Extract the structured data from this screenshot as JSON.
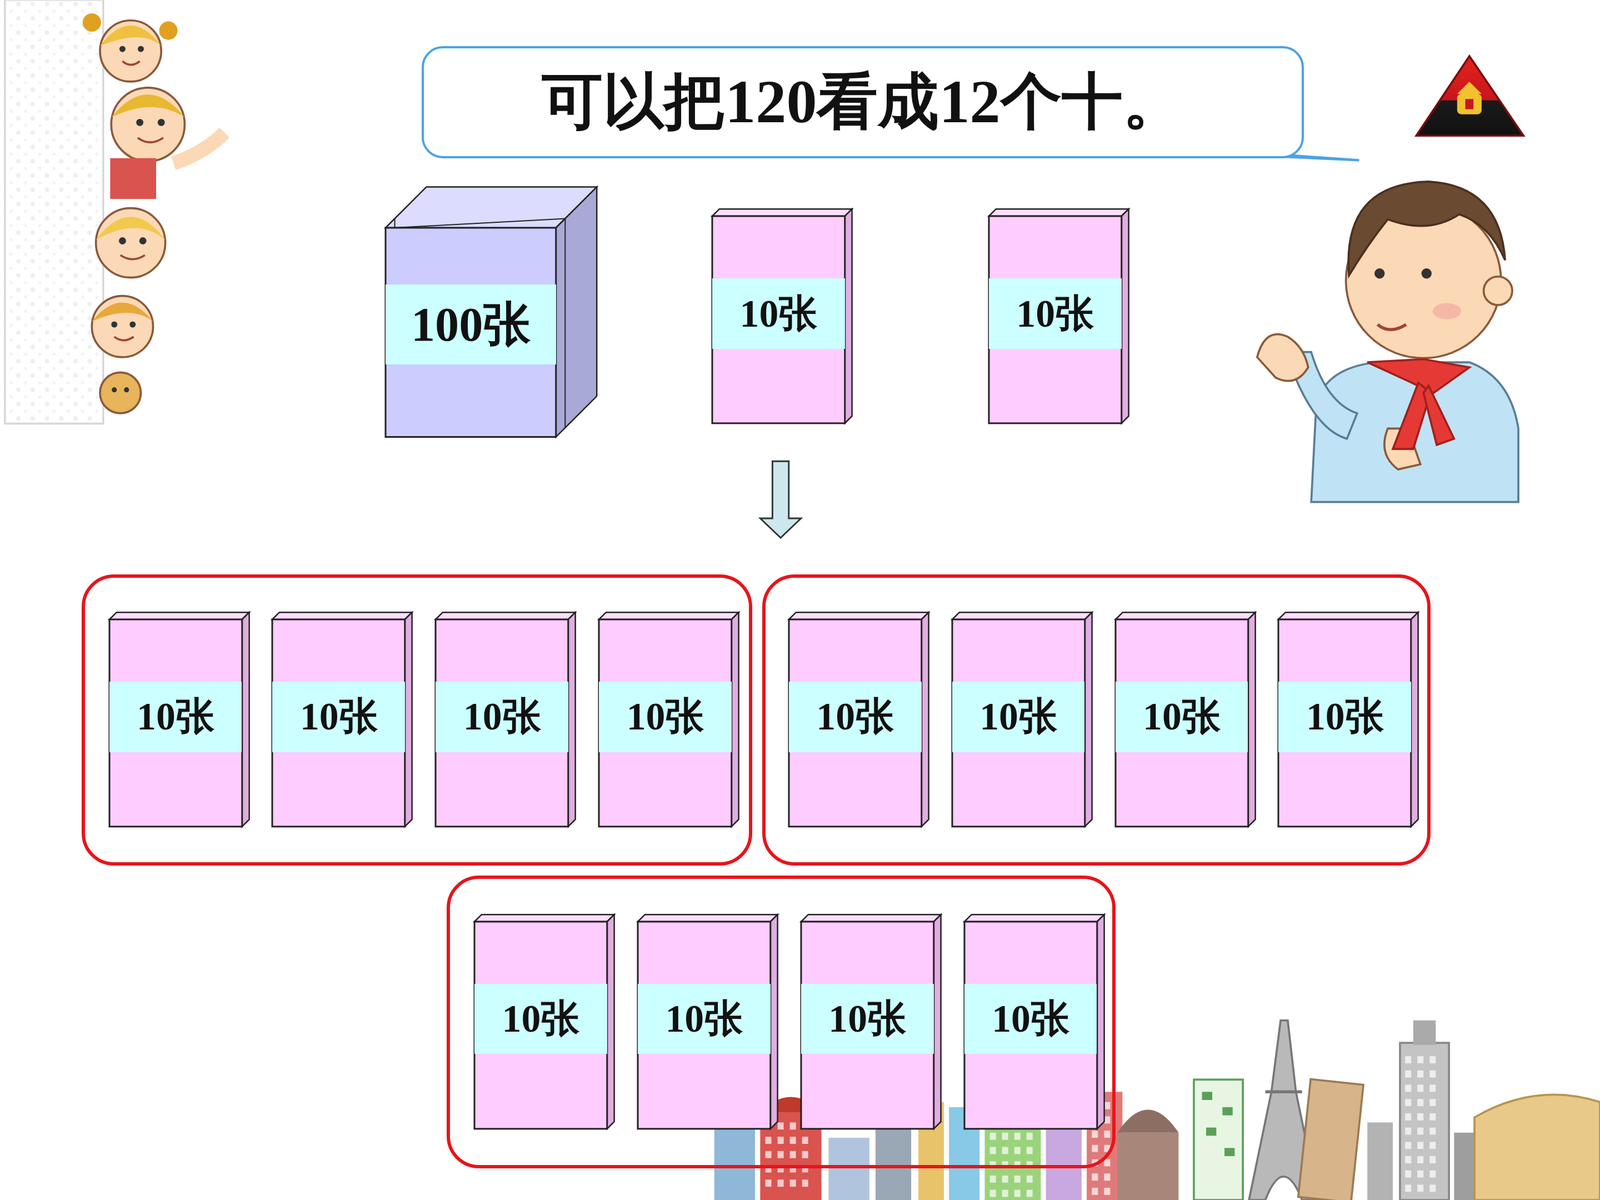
{
  "diagram": {
    "nodes": [
      {
        "text": [
          "可以把120看成12个十。"
        ]
      },
      {
        "text": [
          "100张"
        ]
      },
      {
        "text": [
          "10张"
        ]
      },
      {
        "text": [
          "10张"
        ]
      },
      {
        "text": []
      },
      {
        "text": [
          "10张"
        ],
        "in": 4
      },
      {
        "text": [
          "10张"
        ],
        "in": 4
      },
      {
        "text": [
          "10张"
        ],
        "in": 4
      },
      {
        "text": [
          "10张"
        ],
        "in": 4
      },
      {
        "text": []
      },
      {
        "text": [
          "10张"
        ],
        "in": 9
      },
      {
        "text": [
          "10张"
        ],
        "in": 9
      },
      {
        "text": [
          "10张"
        ],
        "in": 9
      },
      {
        "text": [
          "10张"
        ],
        "in": 9
      },
      {
        "text": []
      },
      {
        "text": [
          "10张"
        ],
        "in": 14
      },
      {
        "text": [
          "10张"
        ],
        "in": 14
      },
      {
        "text": [
          "10张"
        ],
        "in": 14
      },
      {
        "text": [
          "10张"
        ],
        "in": 14
      }
    ]
  }
}
